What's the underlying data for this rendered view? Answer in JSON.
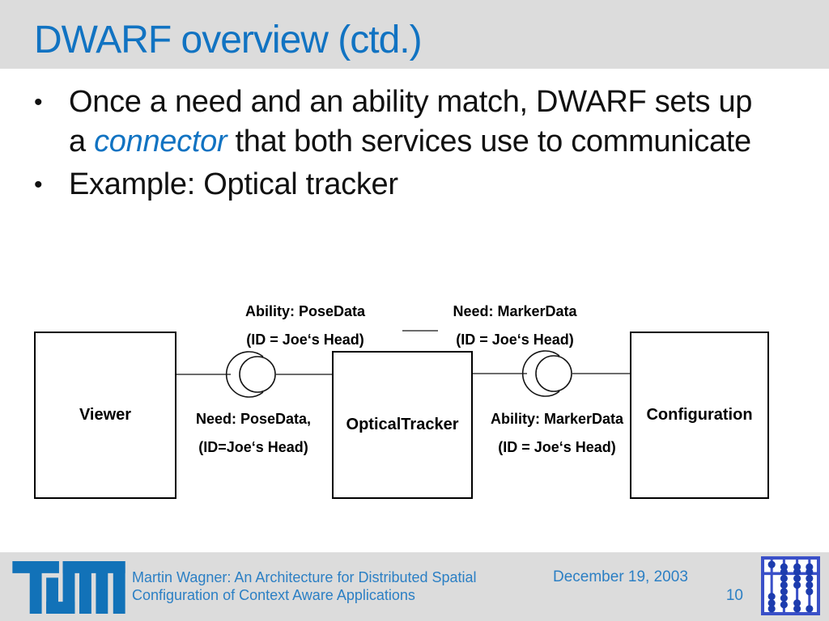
{
  "slide": {
    "title": "DWARF overview (ctd.)",
    "bullet_glyph": "•",
    "bullet1": {
      "pre": "Once a need and an ability match, DWARF sets up a ",
      "em": "connector",
      "post": " that both services use to communicate"
    },
    "bullet2": "Example: Optical tracker"
  },
  "diagram": {
    "boxes": {
      "viewer": "Viewer",
      "optical_tracker": "OpticalTracker",
      "configuration": "Configuration"
    },
    "labels": {
      "top_left": {
        "line1": "Ability: PoseData",
        "line2": "(ID = Joe‘s Head)"
      },
      "top_right": {
        "line1": "Need: MarkerData",
        "line2": "(ID = Joe‘s Head)"
      },
      "bottom_left": {
        "line1": "Need: PoseData,",
        "line2": "(ID=Joe‘s Head)"
      },
      "bottom_right": {
        "line1": "Ability: MarkerData",
        "line2": "(ID = Joe‘s Head)"
      }
    }
  },
  "footer": {
    "author_line1": "Martin Wagner: An Architecture for Distributed Spatial",
    "author_line2": "Configuration of Context Aware Applications",
    "date": "December 19, 2003",
    "page_number": "10"
  },
  "colors": {
    "accent_blue": "#1173c2",
    "footer_text_blue": "#2b7fc4",
    "tum_logo_blue": "#1272b8",
    "abacus_blue": "#3a50c8",
    "band_gray": "#dcdcdc",
    "diagram_line": "#3c3c3c"
  },
  "icons": {
    "tum_logo": "tum-logo",
    "abacus_logo": "abacus-logo"
  }
}
